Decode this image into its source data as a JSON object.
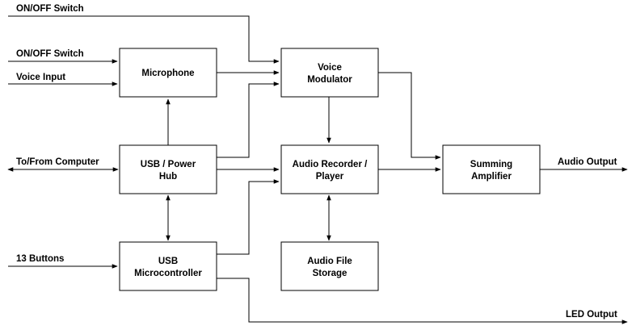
{
  "blocks": {
    "microphone": [
      "Microphone"
    ],
    "voice_modulator": [
      "Voice",
      "Modulator"
    ],
    "usb_hub": [
      "USB / Power",
      "Hub"
    ],
    "audio_recorder": [
      "Audio Recorder /",
      "Player"
    ],
    "summing_amplifier": [
      "Summing",
      "Amplifier"
    ],
    "usb_microcontroller": [
      "USB",
      "Microcontroller"
    ],
    "audio_file_storage": [
      "Audio File",
      "Storage"
    ]
  },
  "signals": {
    "onoff_top": "ON/OFF Switch",
    "onoff_mic": "ON/OFF Switch",
    "voice_input": "Voice Input",
    "to_from_computer": "To/From Computer",
    "buttons": "13 Buttons",
    "audio_output": "Audio Output",
    "led_output": "LED Output"
  }
}
